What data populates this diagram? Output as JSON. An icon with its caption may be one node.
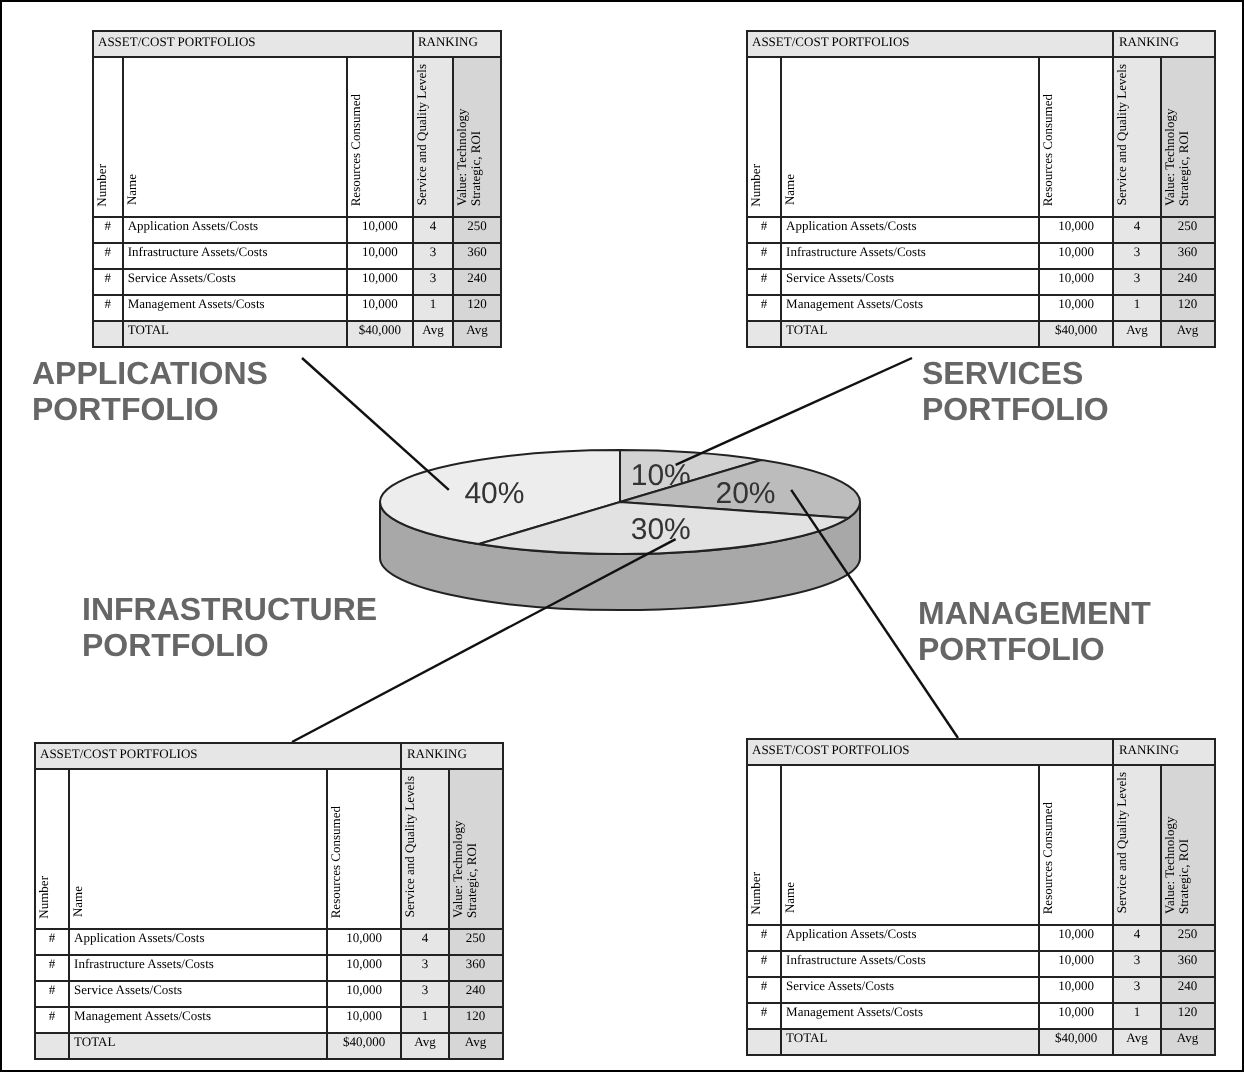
{
  "diagram": {
    "nodes": [
      {
        "text": [
          "ASSET/COST PORTFOLIOS",
          "RANKING",
          "Number",
          "Name",
          "Resources Consumed",
          "Service and Quality Levels",
          "Value: Technology Strategic, ROI",
          "#",
          "Application Assets/Costs",
          "10,000",
          "4",
          "250",
          "#",
          "Infrastructure Assets/Costs",
          "10,000",
          "3",
          "360",
          "#",
          "Service Assets/Costs",
          "10,000",
          "3",
          "240",
          "#",
          "Management Assets/Costs",
          "10,000",
          "1",
          "120",
          "TOTAL",
          "$40,000",
          "Avg",
          "Avg"
        ]
      },
      {
        "text": [
          "ASSET/COST PORTFOLIOS",
          "RANKING",
          "Number",
          "Name",
          "Resources Consumed",
          "Service and Quality Levels",
          "Value: Technology Strategic, ROI",
          "#",
          "Application Assets/Costs",
          "10,000",
          "4",
          "250",
          "#",
          "Infrastructure Assets/Costs",
          "10,000",
          "3",
          "360",
          "#",
          "Service Assets/Costs",
          "10,000",
          "3",
          "240",
          "#",
          "Management Assets/Costs",
          "10,000",
          "1",
          "120",
          "TOTAL",
          "$40,000",
          "Avg",
          "Avg"
        ]
      },
      {
        "text": [
          "40%"
        ]
      },
      {
        "text": [
          "10%"
        ]
      },
      {
        "text": [
          "20%"
        ]
      },
      {
        "text": [
          "30%"
        ]
      },
      {
        "text": [
          "ASSET/COST PORTFOLIOS",
          "RANKING",
          "Number",
          "Name",
          "Resources Consumed",
          "Service and Quality Levels",
          "Value: Technology Strategic, ROI",
          "#",
          "Application Assets/Costs",
          "10,000",
          "4",
          "250",
          "#",
          "Infrastructure Assets/Costs",
          "10,000",
          "3",
          "360",
          "#",
          "Service Assets/Costs",
          "10,000",
          "3",
          "240",
          "#",
          "Management Assets/Costs",
          "10,000",
          "1",
          "120",
          "TOTAL",
          "$40,000",
          "Avg",
          "Avg"
        ]
      },
      {
        "text": [
          "ASSET/COST PORTFOLIOS",
          "RANKING",
          "Number",
          "Name",
          "Resources Consumed",
          "Service and Quality Levels",
          "Value: Technology Strategic, ROI",
          "#",
          "Application Assets/Costs",
          "10,000",
          "4",
          "250",
          "#",
          "Infrastructure Assets/Costs",
          "10,000",
          "3",
          "360",
          "#",
          "Service Assets/Costs",
          "10,000",
          "3",
          "240",
          "#",
          "Management Assets/Costs",
          "10,000",
          "1",
          "120",
          "TOTAL",
          "$40,000",
          "Avg",
          "Avg"
        ]
      }
    ],
    "edges": [
      {
        "from": 0,
        "to": 2,
        "arrow": "none"
      },
      {
        "from": 1,
        "to": 3,
        "arrow": "none"
      },
      {
        "from": 6,
        "to": 5,
        "arrow": "none"
      },
      {
        "from": 7,
        "to": 4,
        "arrow": "none"
      }
    ],
    "labels": [
      "APPLICATIONS PORTFOLIO",
      "SERVICES PORTFOLIO",
      "INFRASTRUCTURE PORTFOLIO",
      "MANAGEMENT PORTFOLIO"
    ]
  }
}
